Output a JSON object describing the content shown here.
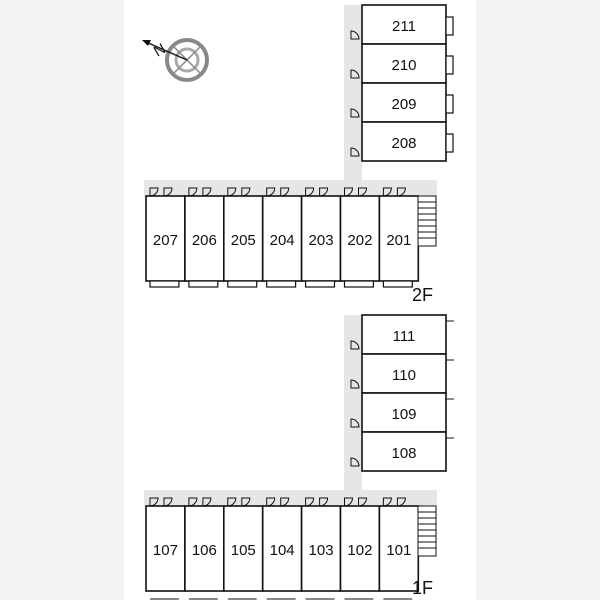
{
  "floors": [
    {
      "label": "2F",
      "vertical_units": [
        "211",
        "210",
        "209",
        "208"
      ],
      "horizontal_units": [
        "207",
        "206",
        "205",
        "204",
        "203",
        "202",
        "201"
      ]
    },
    {
      "label": "1F",
      "vertical_units": [
        "111",
        "110",
        "109",
        "108"
      ],
      "horizontal_units": [
        "107",
        "106",
        "105",
        "104",
        "103",
        "102",
        "101"
      ]
    }
  ],
  "compass": {
    "label": "N"
  },
  "colors": {
    "corridor": "#e6e6e6",
    "line": "#111111",
    "margin": "#f2f2f2"
  }
}
